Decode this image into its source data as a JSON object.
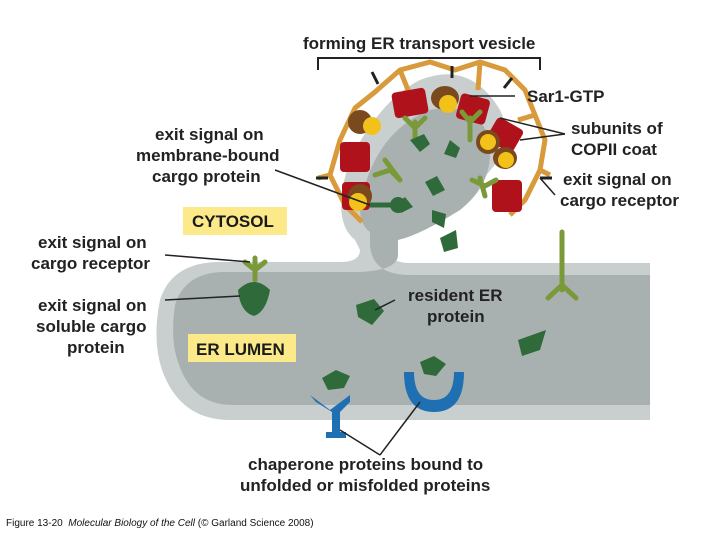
{
  "colors": {
    "membrane": "#c9cfcf",
    "lumen": "#a9b1b0",
    "coat": "#d89a3a",
    "coat_light": "#e6b869",
    "cargo_green": "#2f6b3a",
    "receptor_green": "#7a9a3a",
    "sar1_red": "#b0121c",
    "sar1_yellow": "#f2c21a",
    "chaperone_blue": "#1f6fb3",
    "label_box": "#fbe98a"
  },
  "labels": {
    "forming_vesicle": "forming ER transport vesicle",
    "sar1_gtp": "Sar1-GTP",
    "subunits_1": "subunits of",
    "subunits_2": "COPII coat",
    "exit_membrane_1": "exit signal on",
    "exit_membrane_2": "membrane-bound",
    "exit_membrane_3": "cargo protein",
    "exit_receptor_right_1": "exit signal on",
    "exit_receptor_right_2": "cargo receptor",
    "cytosol": "CYTOSOL",
    "exit_receptor_left_1": "exit signal on",
    "exit_receptor_left_2": "cargo receptor",
    "exit_soluble_1": "exit signal on",
    "exit_soluble_2": "soluble cargo",
    "exit_soluble_3": "protein",
    "resident_1": "resident ER",
    "resident_2": "protein",
    "er_lumen": "ER LUMEN",
    "chaperone_1": "chaperone proteins bound to",
    "chaperone_2": "unfolded or misfolded proteins"
  },
  "caption": {
    "prefix": "Figure 13-20",
    "title": "Molecular Biology of the Cell",
    "suffix": "(© Garland Science 2008)"
  }
}
